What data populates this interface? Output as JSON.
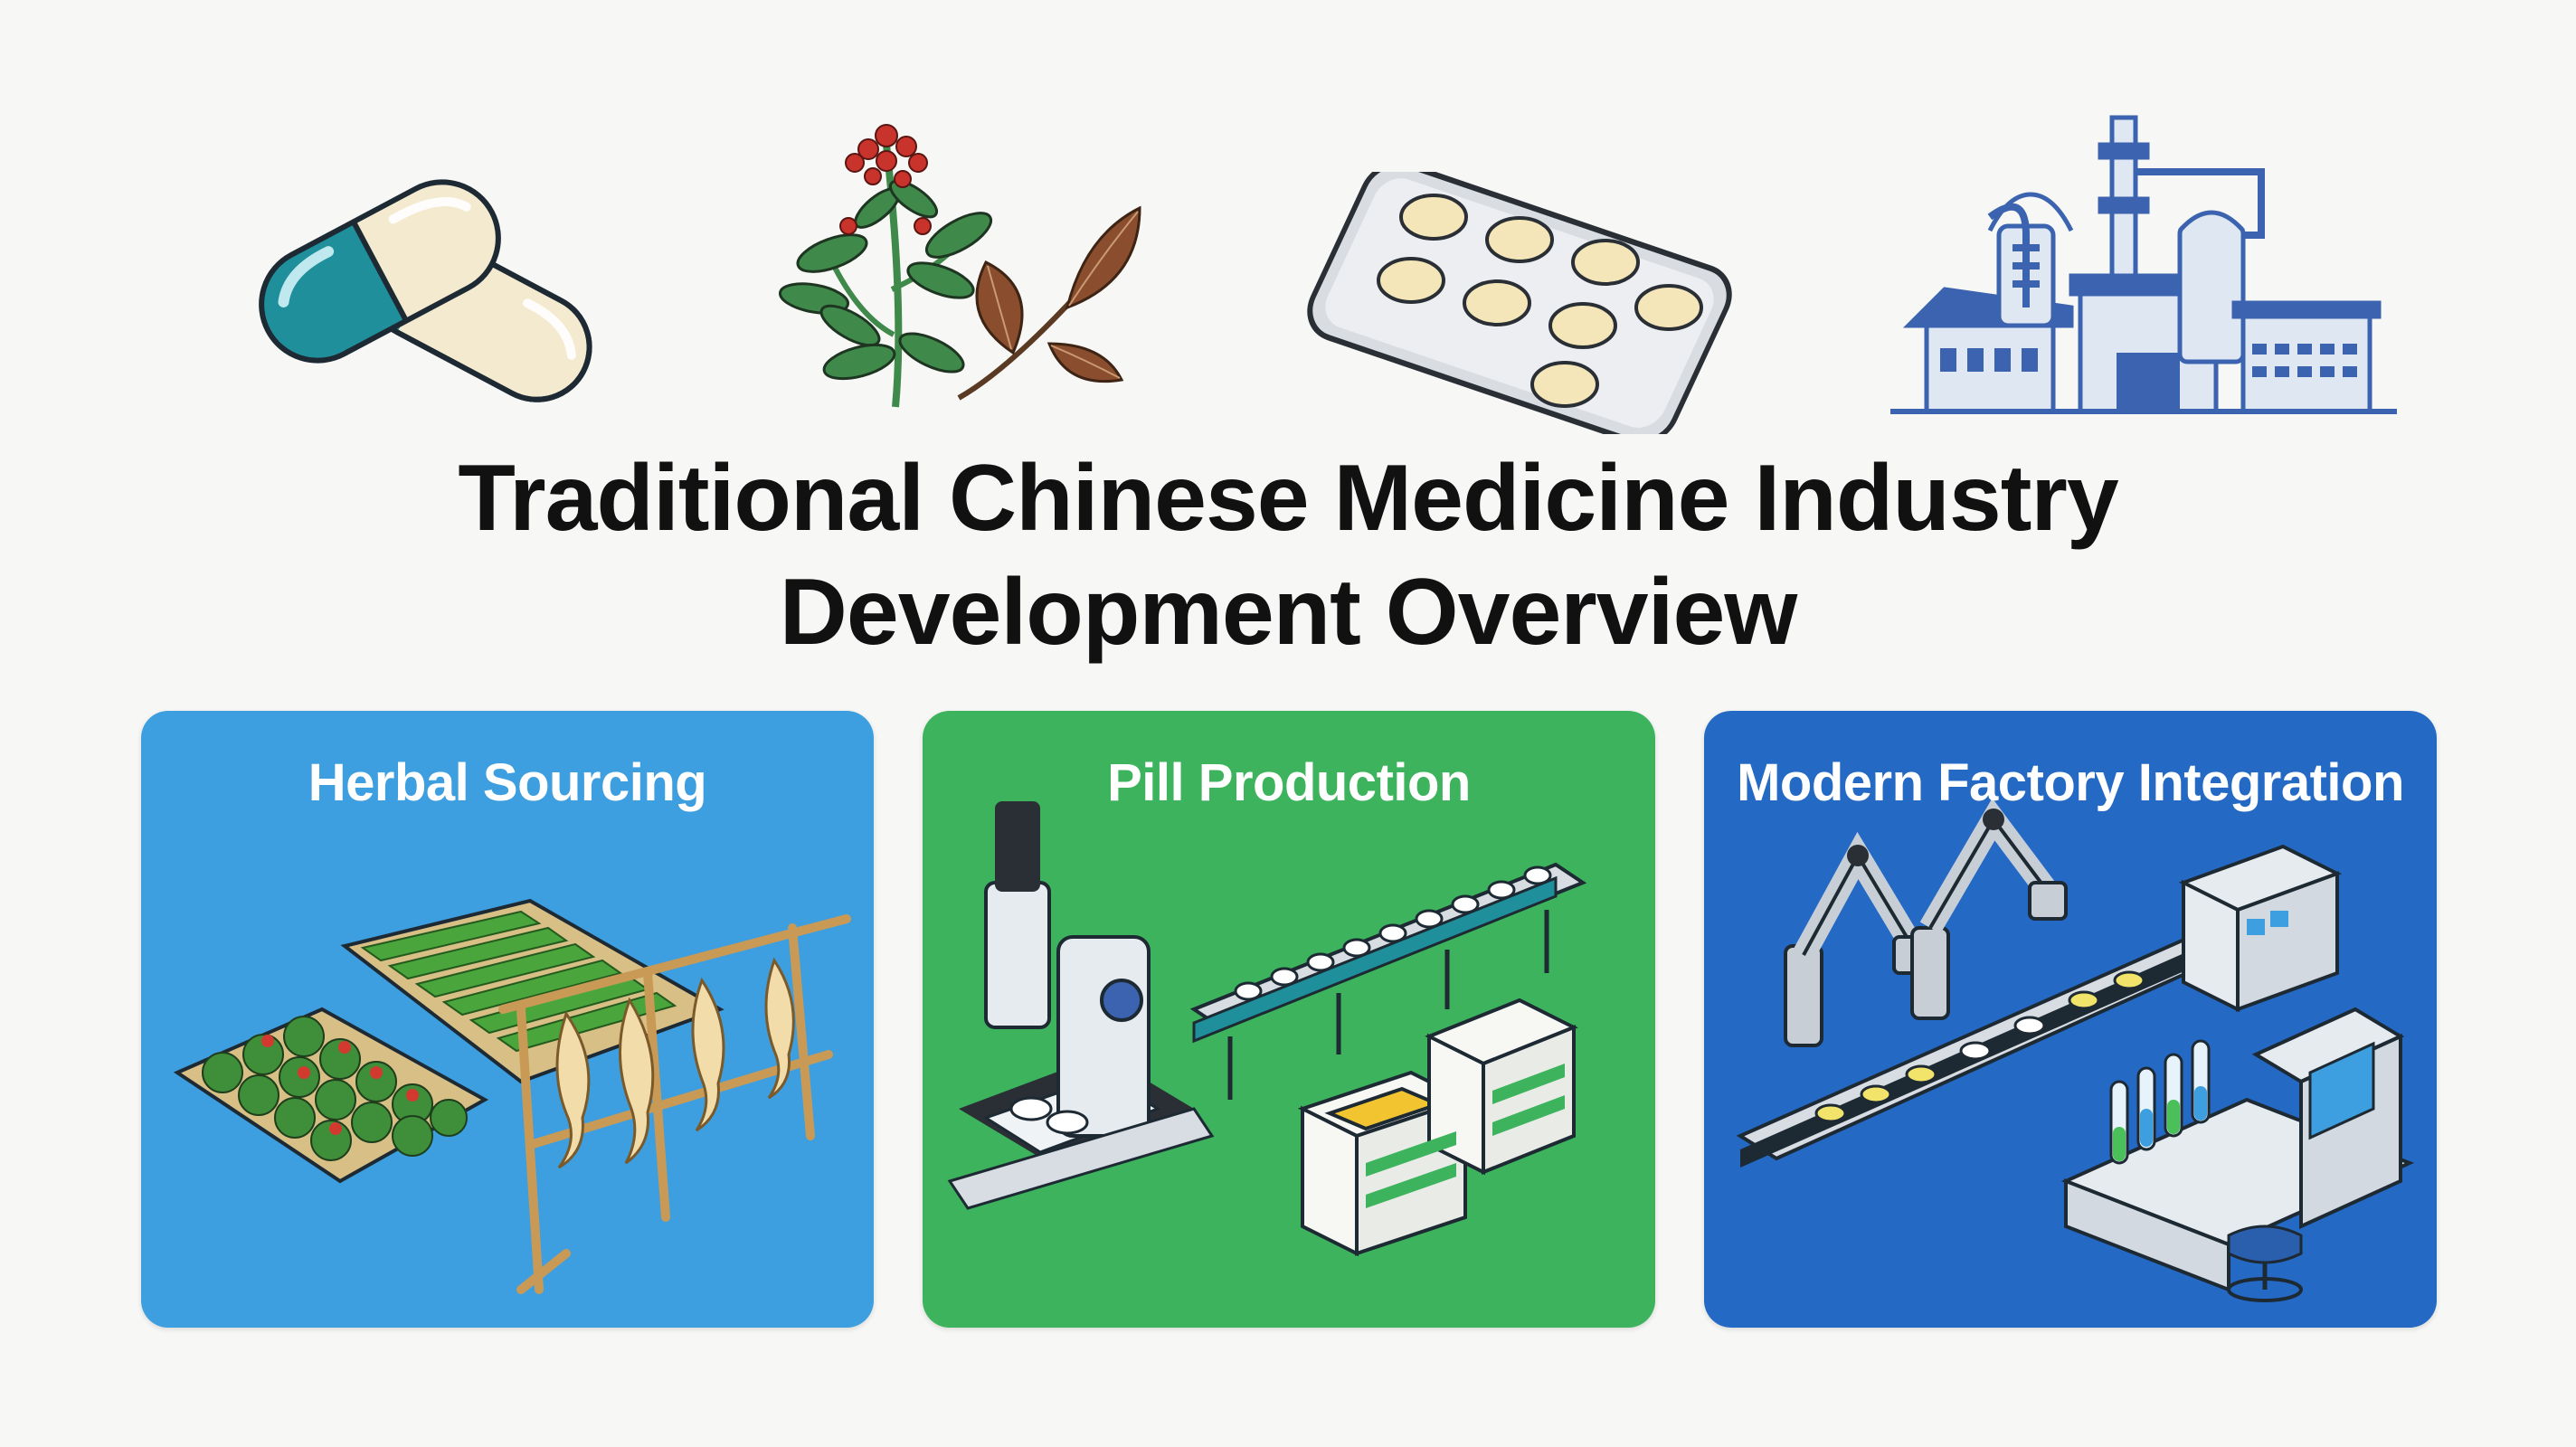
{
  "title": {
    "line1": "Traditional Chinese Medicine Industry",
    "line2": "Development Overview"
  },
  "top_icons": [
    "capsule-icon",
    "herb-plant-icon",
    "blister-pack-icon",
    "factory-icon"
  ],
  "cards": [
    {
      "title": "Herbal Sourcing",
      "color": "#3d9ee0",
      "illustration": "herb-farm-drying-rack-illustration"
    },
    {
      "title": "Pill Production",
      "color": "#3cb35c",
      "illustration": "microscope-conveyor-boxes-illustration"
    },
    {
      "title": "Modern Factory Integration",
      "color": "#2469c4",
      "illustration": "robotic-assembly-lab-illustration"
    }
  ],
  "colors": {
    "background": "#f7f7f6",
    "capsule_teal": "#1f8f9c",
    "leaf_green": "#3f8a4a",
    "berry_red": "#c8332b",
    "factory_blue": "#3b63b0"
  }
}
